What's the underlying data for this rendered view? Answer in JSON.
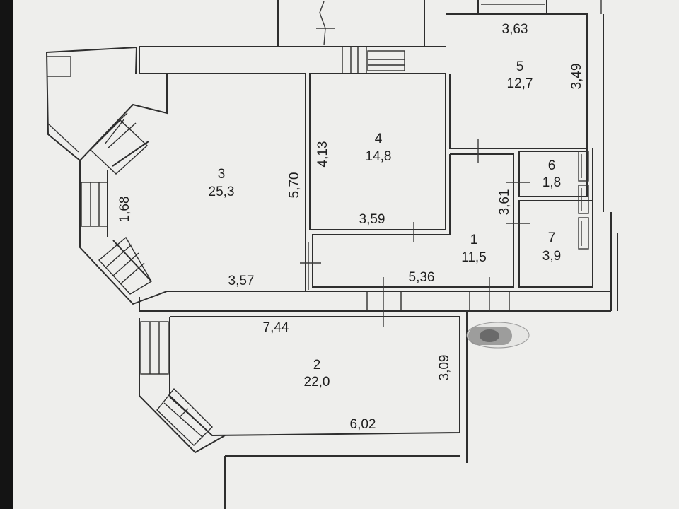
{
  "rooms": [
    {
      "id": "1",
      "number": "1",
      "area": "11,5"
    },
    {
      "id": "2",
      "number": "2",
      "area": "22,0"
    },
    {
      "id": "3",
      "number": "3",
      "area": "25,3"
    },
    {
      "id": "4",
      "number": "4",
      "area": "14,8"
    },
    {
      "id": "5",
      "number": "5",
      "area": "12,7"
    },
    {
      "id": "6",
      "number": "6",
      "area": "1,8"
    },
    {
      "id": "7",
      "number": "7",
      "area": "3,9"
    }
  ],
  "dimensions": {
    "room5_top": "3,63",
    "room5_right": "3,49",
    "room4_left": "4,13",
    "room4_bottom": "3,59",
    "room3_right": "5,70",
    "room3_left": "1,68",
    "room3_bottom": "3,57",
    "room1_bottom": "5,36",
    "room1_right": "3,61",
    "room2_top": "7,44",
    "room2_right": "3,09",
    "room2_bottom": "6,02"
  },
  "colors": {
    "paper": "#eeeeec",
    "ink": "#2e2e2e",
    "frame": "#141414"
  }
}
